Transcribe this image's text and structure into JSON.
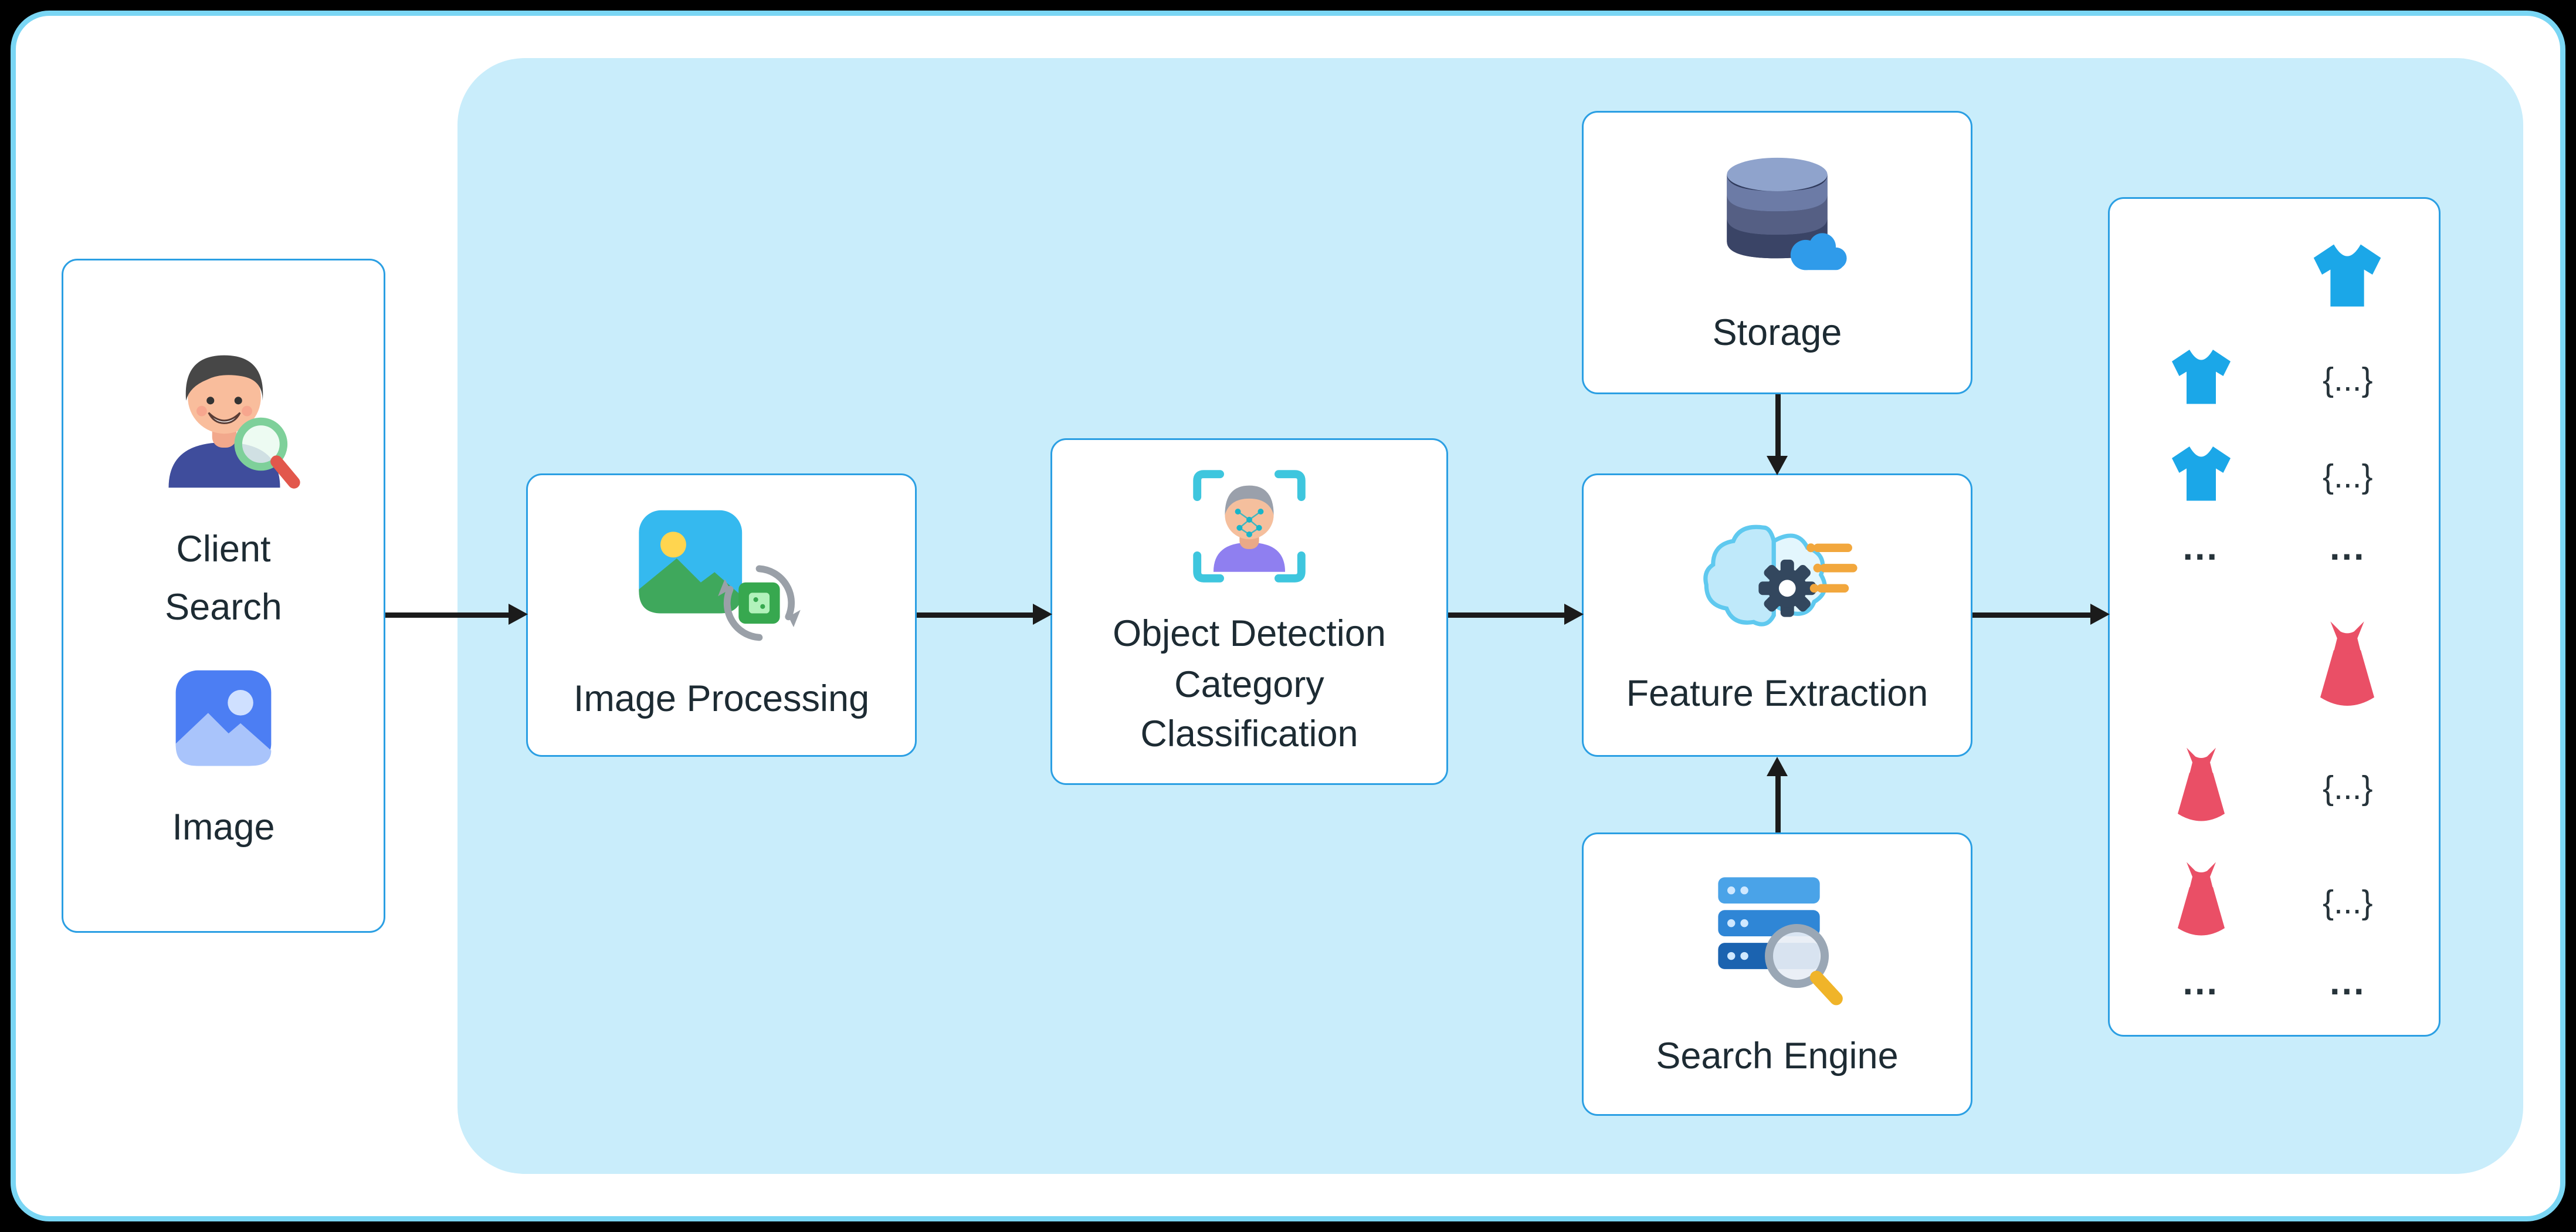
{
  "client_panel": {
    "label_line1": "Client",
    "label_line2": "Search",
    "image_label": "Image"
  },
  "pipeline": {
    "image_processing_label": "Image Processing",
    "object_detection_line1": "Object Detection",
    "object_detection_line2": "Category",
    "object_detection_line3": "Classification",
    "feature_extraction_label": "Feature Extraction",
    "storage_label": "Storage",
    "search_engine_label": "Search Engine"
  },
  "results_panel": {
    "metadata": "{...}",
    "more": "..."
  },
  "icons": {
    "client": "person-with-magnifier-icon",
    "client_image": "photo-image-icon",
    "image_processing": "photo-with-chip-refresh-icon",
    "object_detection": "face-detection-viewfinder-icon",
    "feature_extraction": "brain-gear-signals-icon",
    "storage": "database-cylinder-cloud-icon",
    "search_engine": "server-stack-magnifier-icon",
    "result_query_top": "tshirt-icon",
    "result_query_bottom": "dress-icon"
  },
  "colors": {
    "canvas_bg": "#000000",
    "card_bg": "#ffffff",
    "panel_bg": "#c9edfb",
    "box_border": "#2b9fe3",
    "outer_border": "#7ad6f4",
    "arrow": "#1b1b1b",
    "text": "#1d2b33",
    "tshirt": "#1ba7e8",
    "dress": "#ea4f66"
  }
}
